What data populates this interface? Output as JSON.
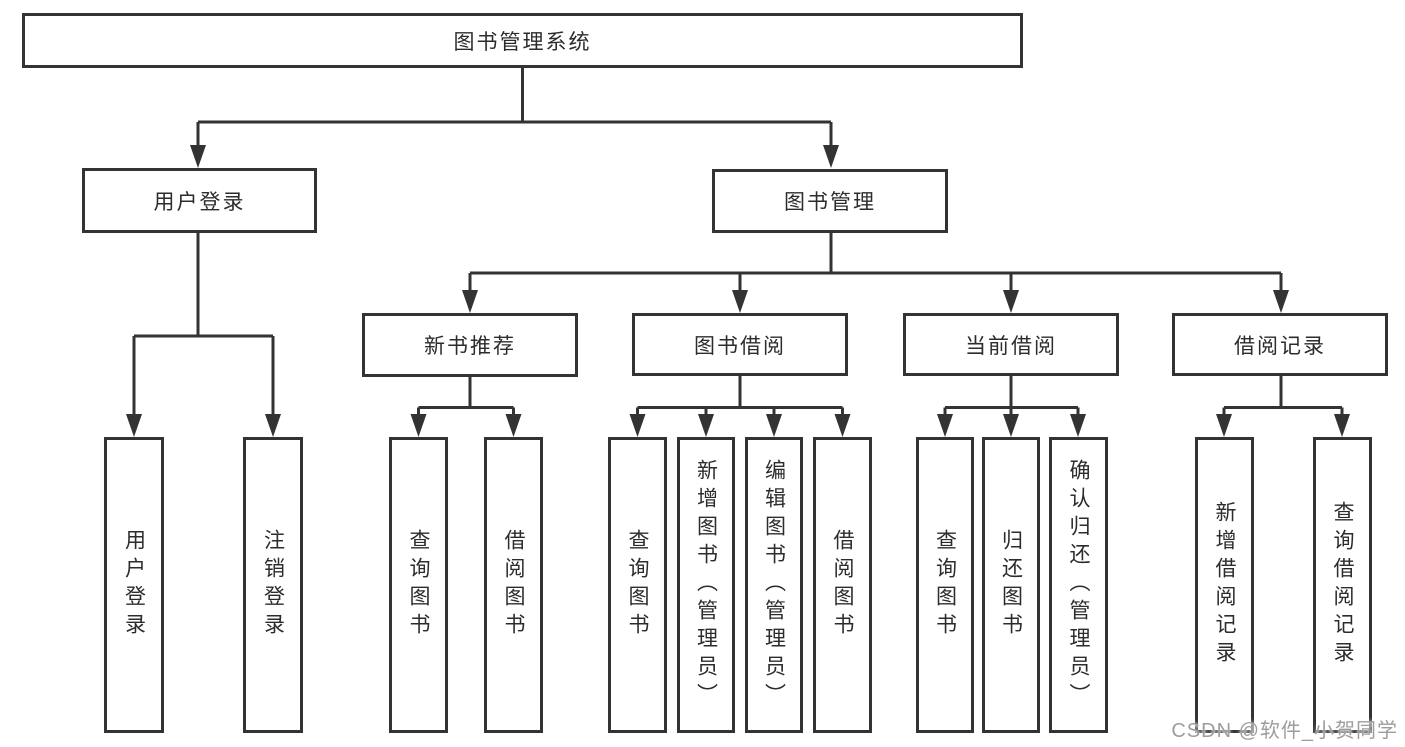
{
  "title": "图书管理系统",
  "watermark": {
    "text": "CSDN @软件_小贺同学"
  },
  "colors": {
    "line": "#333333",
    "box_border": "#333333",
    "text": "#2c2c2c",
    "background": "#ffffff",
    "watermark": "#9d9d9d"
  },
  "tree": {
    "label": "图书管理系统",
    "children": [
      {
        "label": "用户登录",
        "children": [
          {
            "label": "用户登录"
          },
          {
            "label": "注销登录"
          }
        ]
      },
      {
        "label": "图书管理",
        "children": [
          {
            "label": "新书推荐",
            "children": [
              {
                "label": "查询图书"
              },
              {
                "label": "借阅图书"
              }
            ]
          },
          {
            "label": "图书借阅",
            "children": [
              {
                "label": "查询图书"
              },
              {
                "label": "新增图书（管理员）"
              },
              {
                "label": "编辑图书（管理员）"
              },
              {
                "label": "借阅图书"
              }
            ]
          },
          {
            "label": "当前借阅",
            "children": [
              {
                "label": "查询图书"
              },
              {
                "label": "归还图书"
              },
              {
                "label": "确认归还（管理员）"
              }
            ]
          },
          {
            "label": "借阅记录",
            "children": [
              {
                "label": "新增借阅记录"
              },
              {
                "label": "查询借阅记录"
              }
            ]
          }
        ]
      }
    ]
  }
}
